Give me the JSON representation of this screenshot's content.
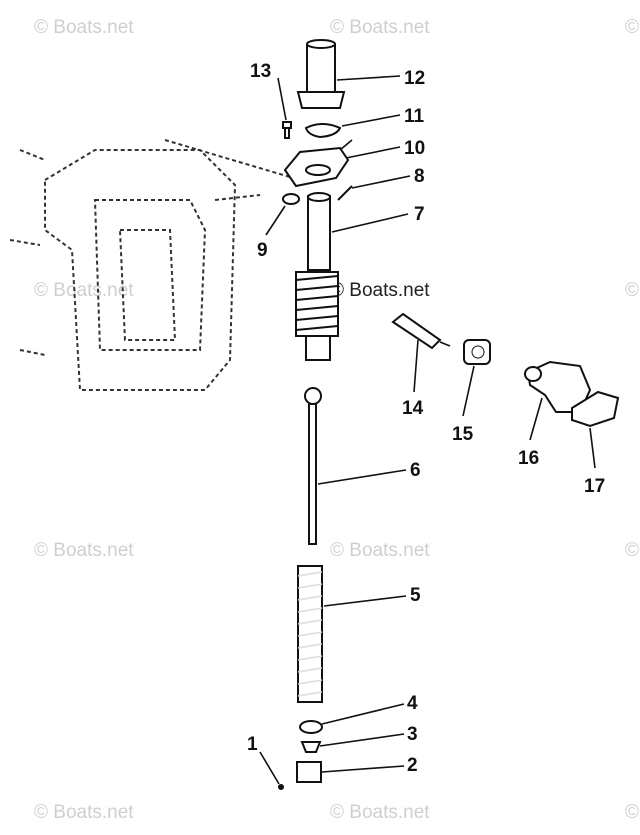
{
  "watermarks": {
    "text": "© Boats.net",
    "center": "© Boats.net"
  },
  "callouts": {
    "c1": "1",
    "c2": "2",
    "c3": "3",
    "c4": "4",
    "c5": "5",
    "c6": "6",
    "c7": "7",
    "c8": "8",
    "c9": "9",
    "c10": "10",
    "c11": "11",
    "c12": "12",
    "c13": "13",
    "c14": "14",
    "c15": "15",
    "c16": "16",
    "c17": "17"
  }
}
